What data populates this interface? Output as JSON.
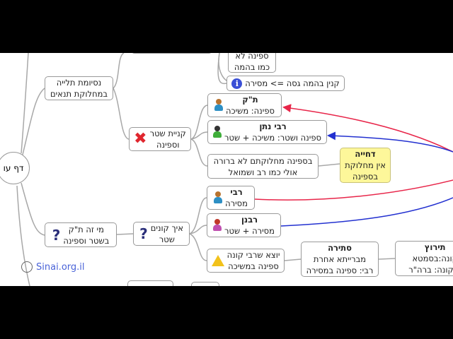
{
  "root": {
    "label": "דף עו"
  },
  "nodes": {
    "top_partial": {
      "line1": "ספינה לא",
      "line2": "כמו בהמה"
    },
    "info_node": {
      "text": "קנין בהמה גסה  => מסירה",
      "icon": "info-icon"
    },
    "nesiumat": {
      "line1": "נסיומת תלייה",
      "line2": "במחלוקת תנאים"
    },
    "kniyat_shtar": {
      "line1": "קניית שטר",
      "line2": "וספינה",
      "icon": "x-icon"
    },
    "tk": {
      "title": "ת\"ק",
      "text": "ספינה: משיכה"
    },
    "rabbi_natan": {
      "title": "רבי נתן",
      "text": "ספינה ושטר: משיכה + שטר"
    },
    "bisfina": {
      "line1": "בספינה מחלוקתם לא ברורה",
      "line2": "אולי כמו רב ושמואל"
    },
    "dchiya": {
      "title": "דחייה",
      "line1": "אין מחלוקת",
      "line2": "בספינה"
    },
    "mi_ze": {
      "line1": "מי זה ת\"ק",
      "line2": "בשטר וספינה",
      "icon": "question-icon"
    },
    "eich_konim": {
      "line1": "איך קונים",
      "line2": "שטר",
      "icon": "question-icon"
    },
    "rabbi": {
      "title": "רבי",
      "text": "מסירה"
    },
    "rabanan": {
      "title": "רבנן",
      "text": "מסירה + שטר"
    },
    "yotze": {
      "line1": "יוצא שרבי קונה",
      "line2": "ספינה במשיכה",
      "icon": "warning-icon"
    },
    "stira": {
      "title": "סתירה",
      "line1": "מברייתא אחרת",
      "line2": "רבי: ספינה במסירה"
    },
    "teirutz": {
      "title": "תירוץ",
      "line1": "קונה:בסמטא",
      "line2": "א קונה: ברה\"ר"
    }
  },
  "brand": {
    "text": "Sinai.org.il"
  },
  "colors": {
    "red_link": "#e8264a",
    "blue_link": "#2230d0",
    "yellow_node": "#fdf79a"
  }
}
